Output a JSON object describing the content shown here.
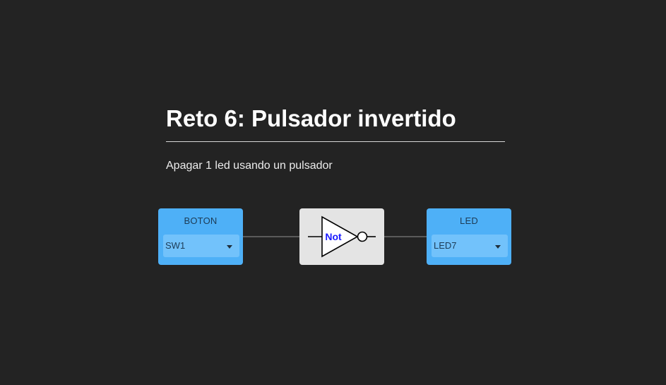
{
  "challenge": {
    "title": "Reto 6: Pulsador invertido",
    "description": "Apagar 1 led usando un pulsador"
  },
  "circuit": {
    "input_block": {
      "label": "BOTON",
      "selected": "SW1"
    },
    "gate_block": {
      "label": "Not",
      "icon": "not-gate-icon",
      "label_color": "#1a1aff"
    },
    "output_block": {
      "label": "LED",
      "selected": "LED7"
    }
  },
  "colors": {
    "background": "#232323",
    "io_block": "#4eb0f7",
    "io_select": "#72c2fb",
    "gate_block": "#e4e4e4",
    "wire": "#5a5a5a"
  }
}
